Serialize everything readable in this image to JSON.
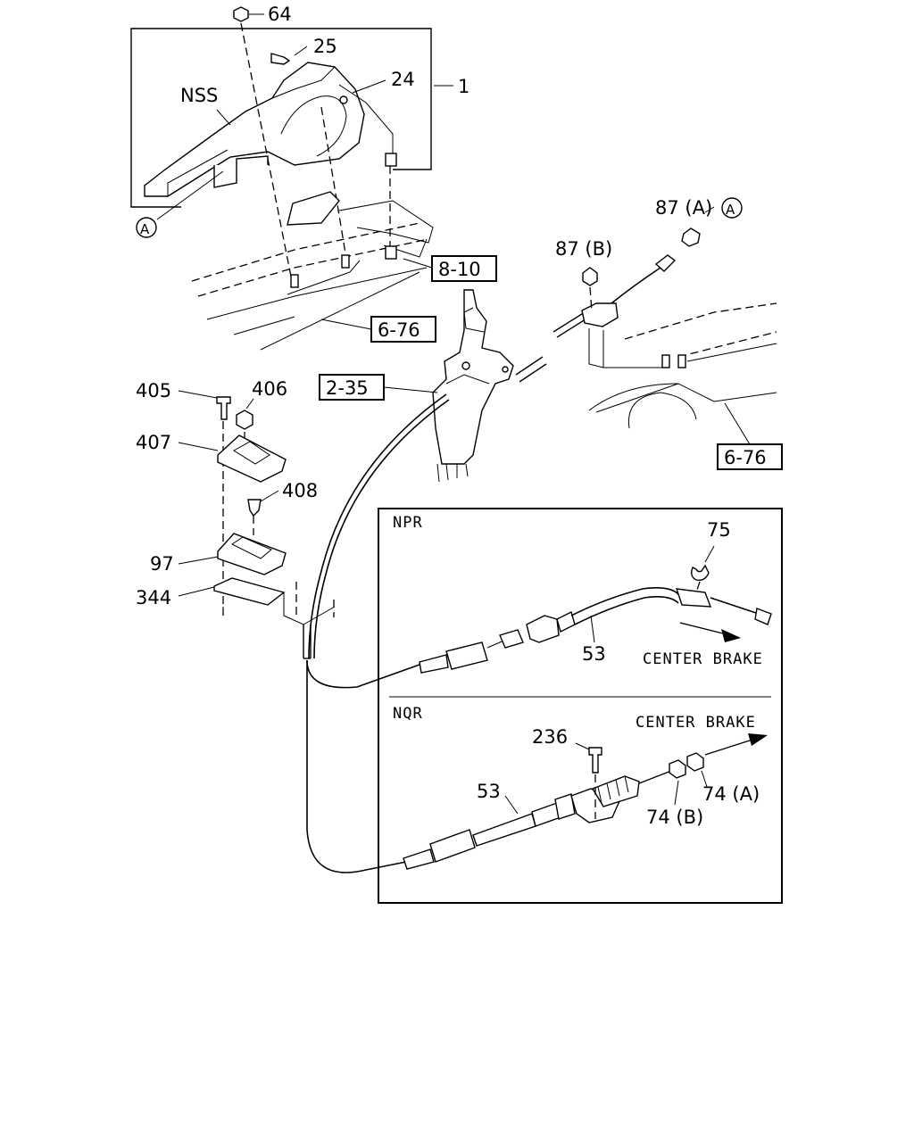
{
  "labels": {
    "p64": "64",
    "p25": "25",
    "p24": "24",
    "p1": "1",
    "nss": "NSS",
    "circA_left": "A",
    "circA_right": "A",
    "p87a": "87 (A)",
    "p87b": "87 (B)",
    "ref_8_10": "8-10",
    "ref_6_76_top": "6-76",
    "ref_2_35": "2-35",
    "ref_6_76_right": "6-76",
    "p405": "405",
    "p406": "406",
    "p407": "407",
    "p408": "408",
    "p97": "97",
    "p344": "344",
    "p75": "75",
    "p53_npr": "53",
    "p236": "236",
    "p53_nqr": "53",
    "p74a": "74 (A)",
    "p74b": "74 (B)"
  },
  "sections": {
    "npr_title": "NPR",
    "nqr_title": "NQR",
    "npr_center_brake": "CENTER BRAKE",
    "nqr_center_brake": "CENTER BRAKE"
  }
}
